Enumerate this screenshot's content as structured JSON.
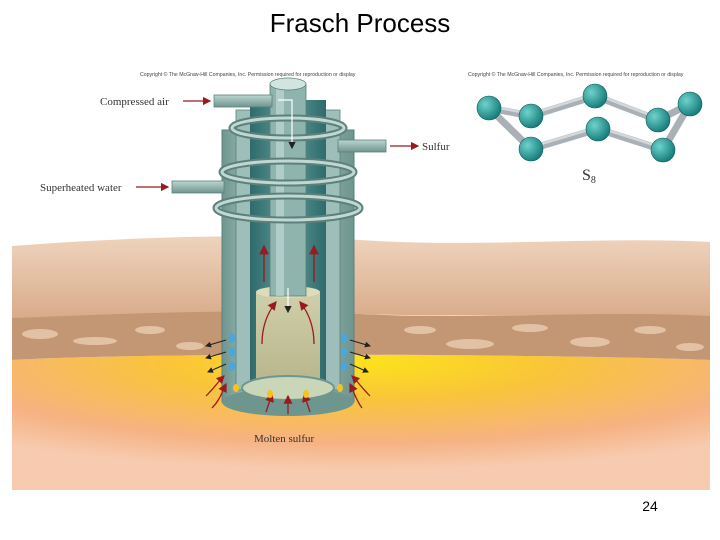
{
  "slide": {
    "title": "Frasch Process",
    "page_number": "24"
  },
  "diagram": {
    "copyright_left": "Copyright © The McGraw-Hill Companies, Inc. Permission required for reproduction or display",
    "copyright_right": "Copyright © The McGraw-Hill Companies, Inc. Permission required for reproduction or display",
    "labels": {
      "compressed_air": "Compressed air",
      "sulfur": "Sulfur",
      "superheated_water": "Superheated water",
      "molten_sulfur": "Molten sulfur"
    },
    "molecule": {
      "name": "S",
      "subscript": "8"
    },
    "colors": {
      "pipe": "#8fb3ad",
      "atom": "#1f9e9a",
      "sulfur_deposit": "#f7c31a",
      "soil": "#d9aa84",
      "rock": "#b58764"
    }
  }
}
